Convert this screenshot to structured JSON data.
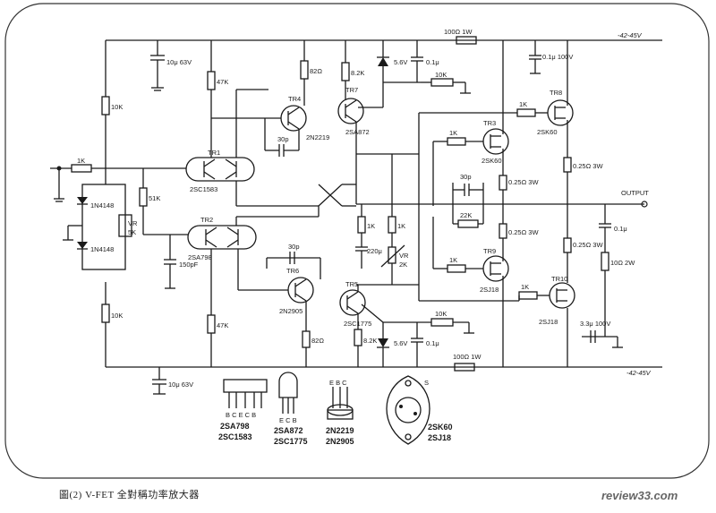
{
  "rails": {
    "positive": "-42-45V",
    "negative": "-42-45V"
  },
  "labels": {
    "c_top_supply": "10μ 63V",
    "c_bot_supply": "10μ 63V",
    "r_top_feed": "100Ω 1W",
    "r_bot_feed": "100Ω 1W",
    "zener_top": "5.6V",
    "zener_bot": "5.6V",
    "c_top_01": "0.1μ",
    "c_top_100v": "0.1μ 100V",
    "c_bot_01": "0.1μ",
    "r10k_top_left": "10K",
    "r10k_bot_left": "10K",
    "r1k_input": "1K",
    "diode1": "1N4148",
    "diode2": "1N4148",
    "r51k": "51K",
    "vr5k_a": "VR",
    "vr5k_b": "5K",
    "c150p": "150pF",
    "r47k_top": "47K",
    "r47k_bot": "47K",
    "r82_top": "82Ω",
    "r82_bot": "82Ω",
    "r82k_top": "8.2K",
    "r82k_bot": "8.2K",
    "r10k_top_right": "10K",
    "r10k_bot_right": "10K",
    "tr4": "TR4",
    "tr4_part": "2N2219",
    "tr7": "TR7",
    "tr7_part": "2SA872",
    "tr1": "TR1",
    "tr1_part": "2SC1583",
    "tr2": "TR2",
    "tr2_part": "2SA798",
    "tr6": "TR6",
    "tr6_part": "2N2905",
    "tr5": "TR5",
    "tr5_part": "2SC1775",
    "c30p_top": "30p",
    "c30p_bot": "30p",
    "c30p_fb": "30p",
    "r1k_center": "1K",
    "r1k_vr": "1K",
    "vr2k_a": "VR",
    "vr2k_b": "2K",
    "c220u": "220μ",
    "r22k": "22K",
    "r1k_tr3": "1K",
    "r1k_tr8": "1K",
    "r1k_tr9": "1K",
    "r1k_tr10": "1K",
    "tr3": "TR3",
    "tr3_part": "2SK60",
    "tr8": "TR8",
    "tr8_part": "2SK60",
    "tr9": "TR9",
    "tr9_part": "2SJ18",
    "tr10": "TR10",
    "tr10_part": "2SJ18",
    "r025_3w_a": "0.25Ω 3W",
    "r025_3w_b": "0.25Ω 3W",
    "r025_3w_c": "0.25Ω 3W",
    "r025_3w_d": "0.25Ω 3W",
    "out_label": "OUTPUT",
    "c01_out": "0.1μ",
    "r10_2w": "10Ω 2W",
    "c33u": "3.3μ 100V",
    "pkg1_pins": "B C E C B",
    "pkg1_a": "2SA798",
    "pkg1_b": "2SC1583",
    "pkg2_pins": "E C B",
    "pkg2_a": "2SA872",
    "pkg2_b": "2SC1775",
    "pkg3_pins": "E B C",
    "pkg3_a": "2N2219",
    "pkg3_b": "2N2905",
    "pkg4_pin": "S",
    "pkg4_a": "2SK60",
    "pkg4_b": "2SJ18"
  },
  "caption": "圖(2)   V-FET 全對稱功率放大器",
  "watermark": "review33.com"
}
